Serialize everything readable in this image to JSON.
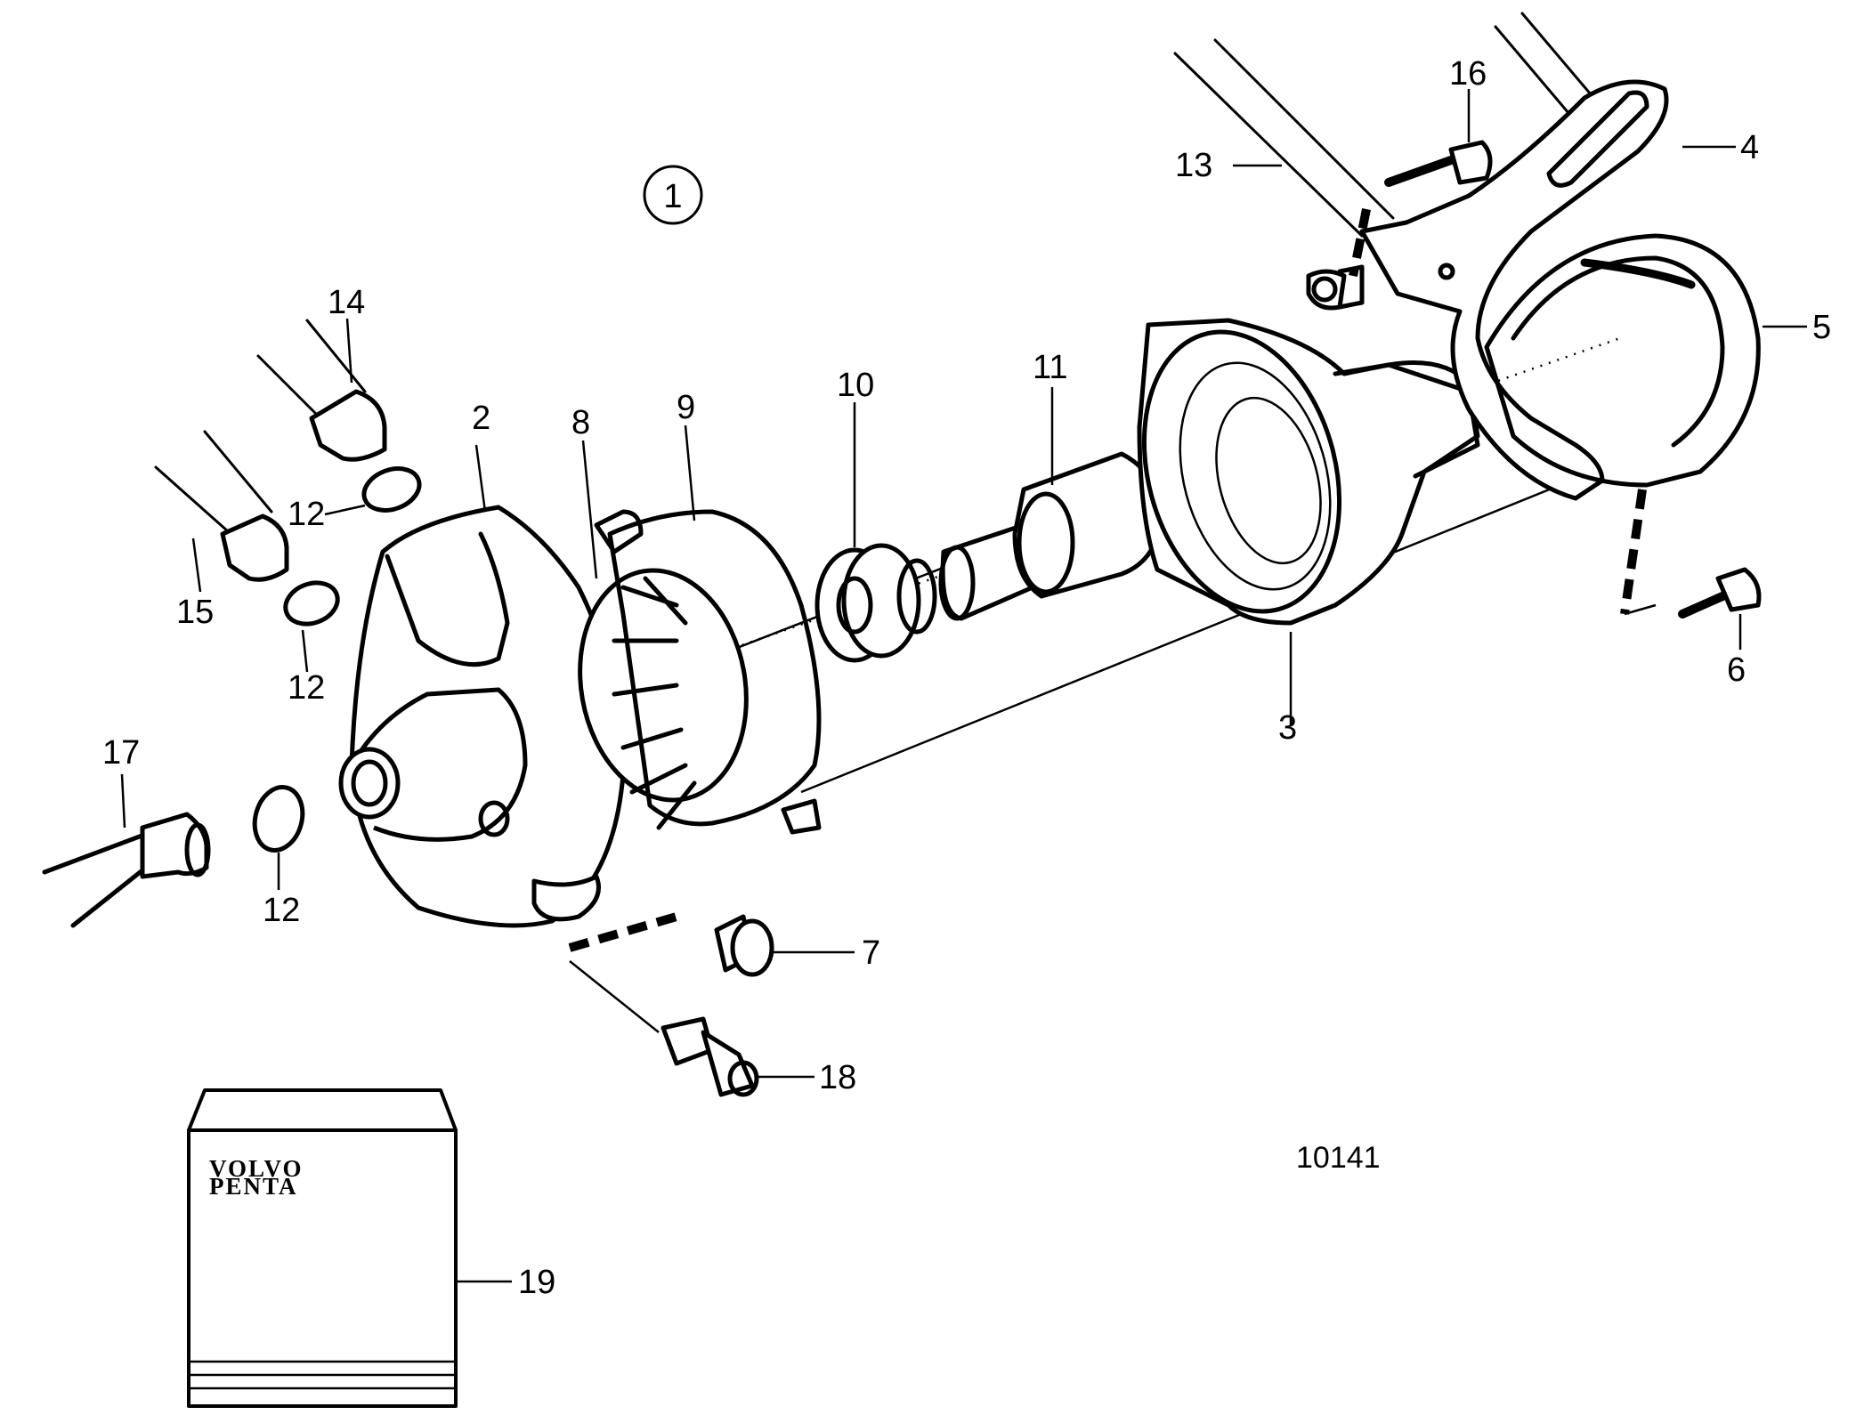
{
  "diagram": {
    "group_marker": "1",
    "drawing_number": "10141",
    "logo": {
      "line1": "VOLVO",
      "line2": "PENTA"
    },
    "callouts": [
      {
        "id": "c2",
        "label": "2"
      },
      {
        "id": "c3",
        "label": "3"
      },
      {
        "id": "c4",
        "label": "4"
      },
      {
        "id": "c5",
        "label": "5"
      },
      {
        "id": "c6",
        "label": "6"
      },
      {
        "id": "c7",
        "label": "7"
      },
      {
        "id": "c8",
        "label": "8"
      },
      {
        "id": "c9",
        "label": "9"
      },
      {
        "id": "c10",
        "label": "10"
      },
      {
        "id": "c11",
        "label": "11"
      },
      {
        "id": "c12a",
        "label": "12"
      },
      {
        "id": "c12b",
        "label": "12"
      },
      {
        "id": "c12c",
        "label": "12"
      },
      {
        "id": "c13",
        "label": "13"
      },
      {
        "id": "c14",
        "label": "14"
      },
      {
        "id": "c15",
        "label": "15"
      },
      {
        "id": "c16",
        "label": "16"
      },
      {
        "id": "c17",
        "label": "17"
      },
      {
        "id": "c18",
        "label": "18"
      },
      {
        "id": "c19",
        "label": "19"
      }
    ]
  }
}
